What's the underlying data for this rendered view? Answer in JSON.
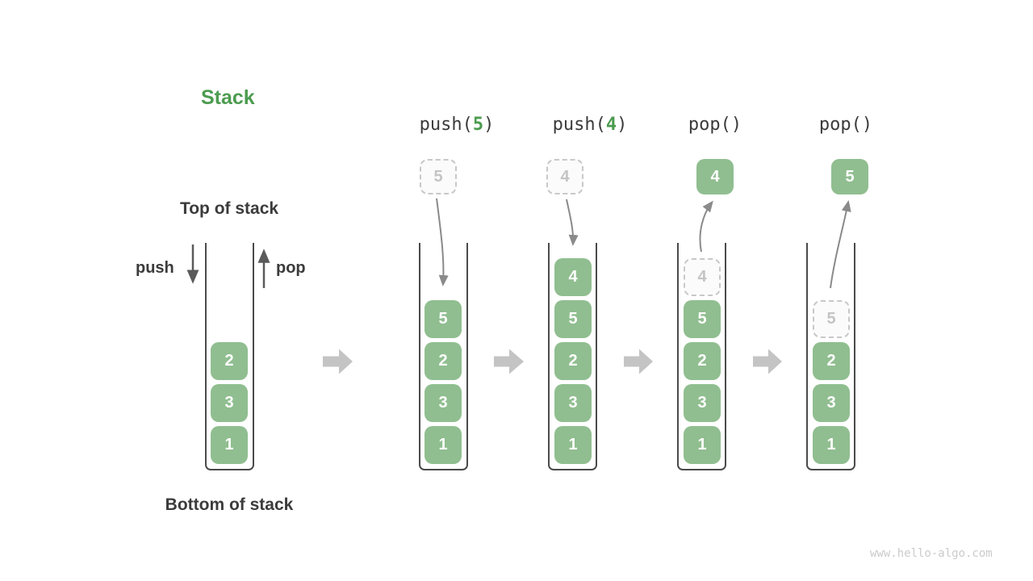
{
  "title": "Stack",
  "labels": {
    "top_of_stack": "Top of stack",
    "bottom_of_stack": "Bottom of stack",
    "push": "push",
    "pop": "pop"
  },
  "watermark": "www.hello-algo.com",
  "colors": {
    "accent_green": "#4C9B4F",
    "box_green": "#90BE90",
    "dark_text": "#3B3B3B",
    "curve_arrow_gray": "#8A8A8A",
    "block_arrow_gray": "#C4C4C4",
    "dashed_border_gray": "#C8C8C8",
    "container_stroke": "#4A4A4A",
    "watermark_gray": "#CBCBCB"
  },
  "columns": [
    {
      "stack": [
        "2",
        "3",
        "1"
      ]
    },
    {
      "operation": {
        "prefix": "push(",
        "arg": "5",
        "suffix": ")"
      },
      "incoming": {
        "value": "5"
      },
      "stack": [
        "5",
        "2",
        "3",
        "1"
      ]
    },
    {
      "operation": {
        "prefix": "push(",
        "arg": "4",
        "suffix": ")"
      },
      "incoming": {
        "value": "4"
      },
      "stack": [
        "4",
        "5",
        "2",
        "3",
        "1"
      ]
    },
    {
      "operation": {
        "prefix": "pop(",
        "arg": "",
        "suffix": ")"
      },
      "popped": {
        "value": "4"
      },
      "ghost": {
        "value": "4"
      },
      "stack": [
        "5",
        "2",
        "3",
        "1"
      ]
    },
    {
      "operation": {
        "prefix": "pop(",
        "arg": "",
        "suffix": ")"
      },
      "popped": {
        "value": "5"
      },
      "ghost": {
        "value": "5"
      },
      "stack": [
        "2",
        "3",
        "1"
      ]
    }
  ]
}
